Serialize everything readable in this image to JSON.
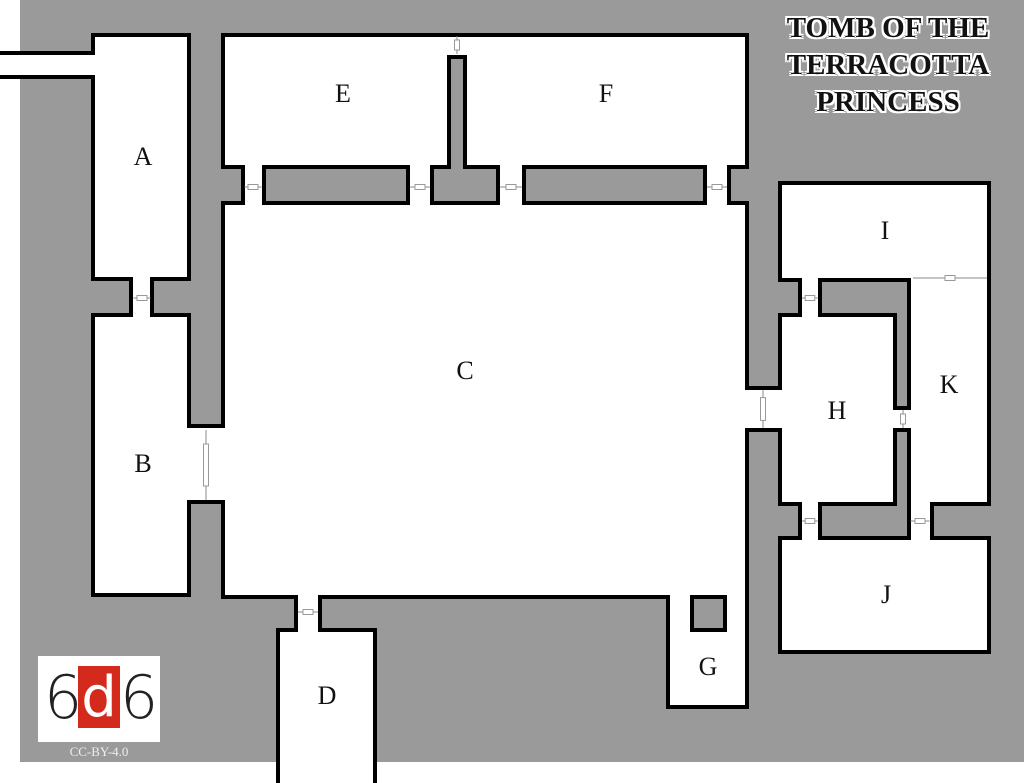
{
  "map": {
    "title_lines": [
      "TOMB OF THE",
      "TERRACOTTA",
      "PRINCESS"
    ],
    "rooms": {
      "A": "A",
      "B": "B",
      "C": "C",
      "D": "D",
      "E": "E",
      "F": "F",
      "G": "G",
      "H": "H",
      "I": "I",
      "J": "J",
      "K": "K"
    },
    "colors": {
      "rock": "#9a9a9a",
      "floor": "#ffffff",
      "wall": "#000000",
      "logo_red": "#d42a1e"
    }
  },
  "logo": {
    "text_left": "6",
    "text_mid": "d",
    "text_right": "6",
    "license": "CC-BY-4.0"
  }
}
